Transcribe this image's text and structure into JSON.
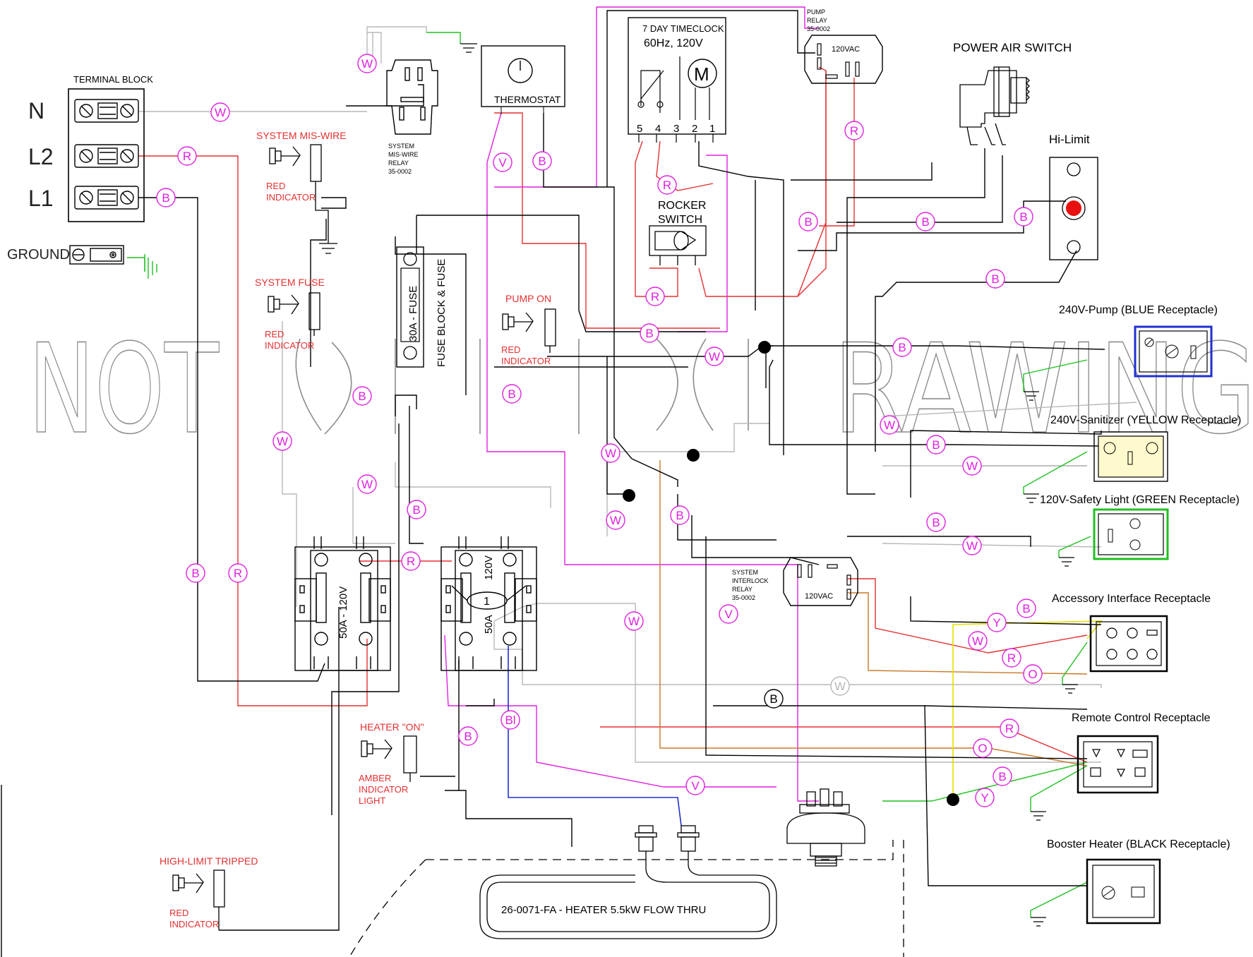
{
  "colors": {
    "red": "#e53030",
    "magenta": "#e020e0",
    "blue": "#2030d0",
    "green": "#20c020",
    "gray": "#b8b8b8",
    "brown": "#c87828",
    "yellow": "#e8e000",
    "black": "#000000"
  },
  "watermark": {
    "left": "NOT",
    "right": "RAWING"
  },
  "terminal": {
    "title": "TERMINAL BLOCK",
    "n": "N",
    "l2": "L2",
    "l1": "L1",
    "ground": "GROUND"
  },
  "indicators": {
    "mis_wire": {
      "title": "SYSTEM MIS-WIRE",
      "sub1": "RED",
      "sub2": "INDICATOR"
    },
    "fuse": {
      "title": "SYSTEM FUSE",
      "sub1": "RED",
      "sub2": "INDICATOR"
    },
    "pump_on": {
      "title": "PUMP ON",
      "sub1": "RED",
      "sub2": "INDICATOR"
    },
    "heater_on": {
      "title": "HEATER \"ON\"",
      "sub1": "AMBER",
      "sub2": "INDICATOR",
      "sub3": "LIGHT"
    },
    "high_limit": {
      "title": "HIGH-LIMIT TRIPPED",
      "sub1": "RED",
      "sub2": "INDICATOR"
    }
  },
  "components": {
    "mis_wire_relay": [
      "SYSTEM",
      "MIS-WIRE",
      "RELAY",
      "35-0002"
    ],
    "thermostat": "THERMOSTAT",
    "timeclock": {
      "line1": "7 DAY TIMECLOCK",
      "line2": "60Hz, 120V",
      "motor": "M",
      "terminals": [
        "5",
        "4",
        "3",
        "2",
        "1"
      ]
    },
    "pump_relay": {
      "lines": [
        "PUMP",
        "RELAY",
        "35-0002"
      ],
      "voltage": "120VAC"
    },
    "power_air_switch": "POWER AIR SWITCH",
    "hi_limit": "Hi-Limit",
    "rocker_switch": [
      "ROCKER",
      "SWITCH"
    ],
    "fuse_block": {
      "fuse": "30A - FUSE",
      "label": "FUSE BLOCK & FUSE"
    },
    "contactor_left": "50A - 120V",
    "contactor_right": {
      "top": "120V",
      "bottom": "50A",
      "mark": "1"
    },
    "interlock_relay": {
      "lines": [
        "SYSTEM",
        "INTERLOCK",
        "RELAY",
        "35-0002"
      ],
      "voltage": "120VAC"
    },
    "heater": "26-0071-FA - HEATER 5.5kW FLOW THRU"
  },
  "receptacles": {
    "pump": "240V-Pump (BLUE Receptacle)",
    "sanitizer": "240V-Sanitizer (YELLOW Receptacle)",
    "safety_light": "120V-Safety Light (GREEN Receptacle)",
    "accessory": "Accessory Interface Receptacle",
    "remote": "Remote Control Receptacle",
    "booster": "Booster Heater (BLACK Receptacle)"
  },
  "wire_codes": {
    "W": "W",
    "R": "R",
    "B": "B",
    "V": "V",
    "Y": "Y",
    "O": "O",
    "Bl": "Bl"
  }
}
